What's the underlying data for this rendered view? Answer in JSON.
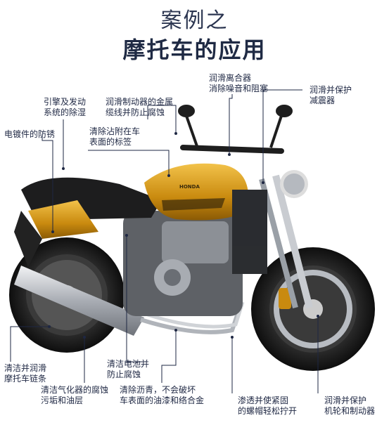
{
  "title": {
    "line1": "案例之",
    "line2": "摩托车的应用"
  },
  "brand": {
    "logo_text": "HONDA"
  },
  "colors": {
    "body": "#c98a0f",
    "body_light": "#f0bd3a",
    "dark": "#1a1a1a",
    "chrome": "#c9ccd1",
    "text": "#1e2743"
  },
  "labels": {
    "clutch": {
      "line1": "润滑离合器",
      "line2": "消除噪音和阻塞"
    },
    "shock": {
      "line1": "润滑并保护",
      "line2": "减震器"
    },
    "brake_cable": {
      "line1": "润滑制动器的金属",
      "line2": "缆线并防止腐蚀"
    },
    "engine": {
      "line1": "引擎及发动",
      "line2": "系统的除湿"
    },
    "plating": {
      "line1": "电镀件的防锈"
    },
    "sticker": {
      "line1": "清除沾附在车",
      "line2": "表面的标签"
    },
    "chain": {
      "line1": "清洁并润滑",
      "line2": "摩托车链条"
    },
    "battery": {
      "line1": "清洁电池并",
      "line2": "防止腐蚀"
    },
    "carb": {
      "line1": "清洁气化器的腐蚀",
      "line2": "污垢和油层"
    },
    "asphalt": {
      "line1": "清除沥青，不会破坏",
      "line2": "车表面的油漆和络合金"
    },
    "nuts": {
      "line1": "渗透并使紧固",
      "line2": "的螺帽轻松拧开"
    },
    "wheel": {
      "line1": "润滑并保护",
      "line2": "机轮和制动器"
    }
  }
}
